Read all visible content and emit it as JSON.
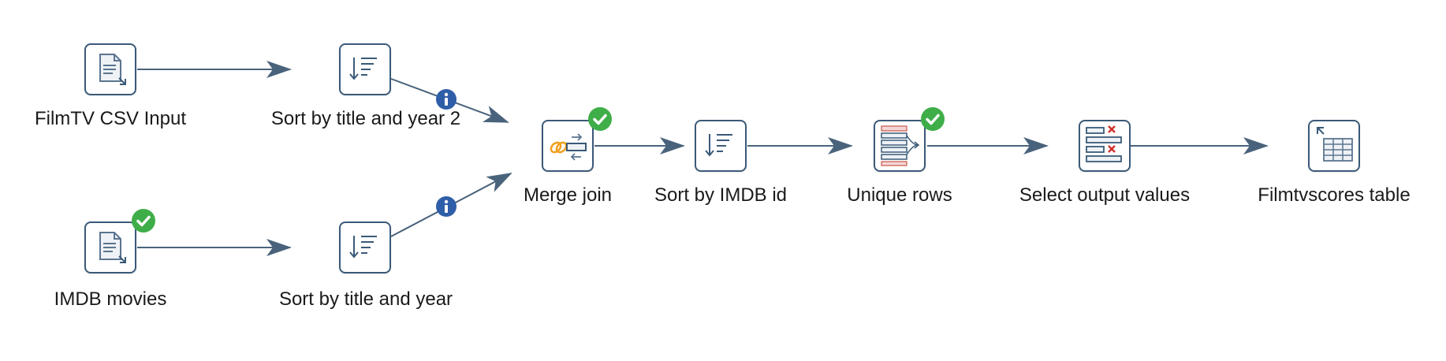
{
  "canvas": {
    "colors": {
      "hop": "#4a637c",
      "step_border": "#3a5a78",
      "ok": "#3fae49",
      "info": "#2f5ea8"
    }
  },
  "steps": {
    "filmtv_csv_input": {
      "label": "FilmTV CSV Input",
      "icon": "csv-file-input-icon"
    },
    "imdb_movies": {
      "label": "IMDB movies",
      "icon": "csv-file-input-icon",
      "status": "ok"
    },
    "sort_title_year_2": {
      "label": "Sort by title and year 2",
      "icon": "sort-rows-icon"
    },
    "sort_title_year": {
      "label": "Sort by title and year",
      "icon": "sort-rows-icon"
    },
    "merge_join": {
      "label": "Merge join",
      "icon": "merge-join-icon",
      "status": "ok"
    },
    "sort_imdb_id": {
      "label": "Sort by IMDB id",
      "icon": "sort-rows-icon"
    },
    "unique_rows": {
      "label": "Unique rows",
      "icon": "unique-rows-icon",
      "status": "ok"
    },
    "select_values": {
      "label": "Select output values",
      "icon": "select-values-icon"
    },
    "filmtvscores_table": {
      "label": "Filmtvscores table",
      "icon": "table-output-icon"
    }
  },
  "hops": [
    {
      "from": "FilmTV CSV Input",
      "to": "Sort by title and year 2"
    },
    {
      "from": "IMDB movies",
      "to": "Sort by title and year"
    },
    {
      "from": "Sort by title and year 2",
      "to": "Merge join",
      "marker": "info"
    },
    {
      "from": "Sort by title and year",
      "to": "Merge join",
      "marker": "info"
    },
    {
      "from": "Merge join",
      "to": "Sort by IMDB id"
    },
    {
      "from": "Sort by IMDB id",
      "to": "Unique rows"
    },
    {
      "from": "Unique rows",
      "to": "Select output values"
    },
    {
      "from": "Select output values",
      "to": "Filmtvscores table"
    }
  ]
}
